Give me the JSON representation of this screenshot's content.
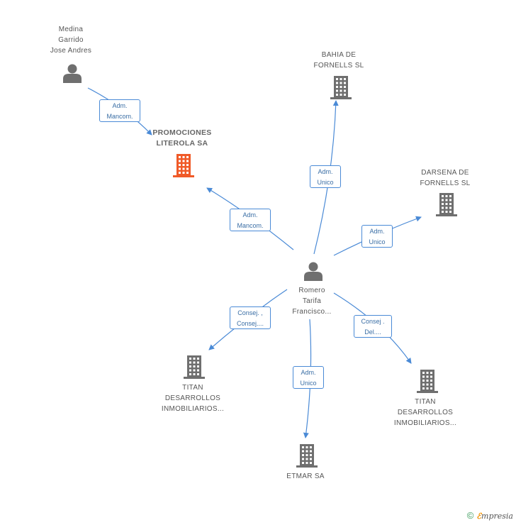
{
  "nodes": {
    "medina": {
      "lines": [
        "Medina",
        "Garrido",
        "Jose Andres"
      ]
    },
    "promociones": {
      "lines": [
        "PROMOCIONES",
        "LITEROLA SA"
      ]
    },
    "bahia": {
      "lines": [
        "BAHIA DE",
        "FORNELLS SL"
      ]
    },
    "darsena": {
      "lines": [
        "DARSENA DE",
        "FORNELLS SL"
      ]
    },
    "romero": {
      "lines": [
        "Romero",
        "Tarifa",
        "Francisco..."
      ]
    },
    "titan1": {
      "lines": [
        "TITAN",
        "DESARROLLOS",
        "INMOBILIARIOS..."
      ]
    },
    "etmar": {
      "lines": [
        "ETMAR SA"
      ]
    },
    "titan2": {
      "lines": [
        "TITAN",
        "DESARROLLOS",
        "INMOBILIARIOS..."
      ]
    }
  },
  "edges": {
    "medina_promociones": {
      "lines": [
        "Adm.",
        "Mancom."
      ]
    },
    "romero_promociones": {
      "lines": [
        "Adm.",
        "Mancom."
      ]
    },
    "romero_bahia": {
      "lines": [
        "Adm.",
        "Unico"
      ]
    },
    "romero_darsena": {
      "lines": [
        "Adm.",
        "Unico"
      ]
    },
    "romero_titan1": {
      "lines": [
        "Consej. ,",
        "Consej...."
      ]
    },
    "romero_etmar": {
      "lines": [
        "Adm.",
        "Unico"
      ]
    },
    "romero_titan2": {
      "lines": [
        "Consej .",
        "Del...."
      ]
    }
  },
  "footer": {
    "copyright": "©",
    "brand_first": "ℰ",
    "brand_rest": "mpresia"
  },
  "colors": {
    "focus_building": "#f05a28",
    "building": "#6f6f6f",
    "person": "#6f6f6f",
    "edge": "#4a8ad6"
  }
}
